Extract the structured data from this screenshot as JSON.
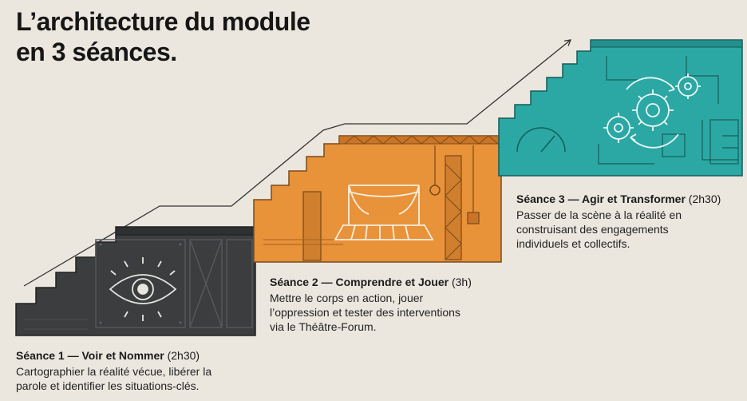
{
  "title": {
    "line1": "L’architecture du module",
    "line2": "en 3 séances."
  },
  "sessions": [
    {
      "name": "Séance 1 — Voir et Nommer",
      "duration": "(2h30)",
      "desc_lines": [
        "Cartographier la réalité vécue, libérer la",
        "parole et identifier les situations-clés."
      ],
      "color": "#3b3d3f",
      "icon": "eye-icon"
    },
    {
      "name": "Séance 2 — Comprendre et Jouer",
      "duration": "(3h)",
      "desc_lines": [
        "Mettre le corps en action, jouer",
        "l’oppression et tester des interventions",
        "via le Théâtre-Forum."
      ],
      "color": "#e8923a",
      "icon": "theater-stage-icon"
    },
    {
      "name": "Séance 3 — Agir et Transformer",
      "duration": "(2h30)",
      "desc_lines": [
        "Passer de la scène à la réalité en",
        "construisant des engagements",
        "individuels et collectifs."
      ],
      "color": "#2ba8a4",
      "icon": "gears-icon"
    }
  ]
}
